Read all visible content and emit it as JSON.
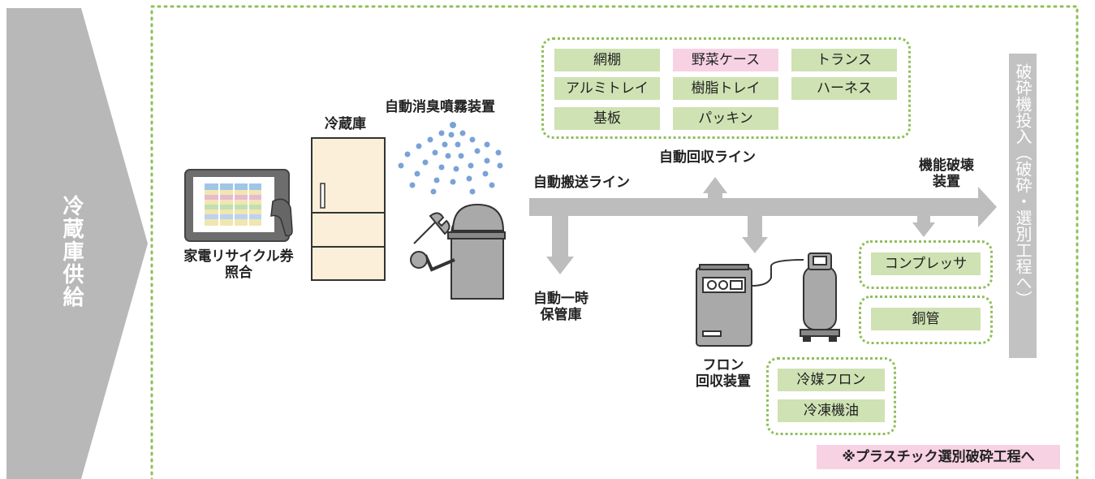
{
  "supply_label": "冷蔵庫供給",
  "process_label": "破砕機投入（破砕・選別工程へ）",
  "ticket_check": {
    "line1": "家電リサイクル券",
    "line2": "照合"
  },
  "fridge_label": "冷蔵庫",
  "deodorizer_label": "自動消臭噴霧装置",
  "conveyor_label": "自動搬送ライン",
  "recovery_line_label": "自動回収ライン",
  "temp_storage": {
    "line1": "自動一時",
    "line2": "保管庫"
  },
  "destruction": {
    "line1": "機能破壊",
    "line2": "装置"
  },
  "freon_recovery": {
    "line1": "フロン",
    "line2": "回収装置"
  },
  "parts_tags": [
    "網棚",
    "野菜ケース",
    "トランス",
    "アルミトレイ",
    "樹脂トレイ",
    "ハーネス",
    "基板",
    "パッキン"
  ],
  "compressor_tags": [
    "コンプレッサ",
    "銅管"
  ],
  "refrigerant_tags": [
    "冷媒フロン",
    "冷凍機油"
  ],
  "plastic_note": "※プラスチック選別破砕工程へ",
  "colors": {
    "green_tag": "#cfe2b3",
    "pink_tag": "#f7d2e3",
    "dotted_border": "#8fbf5a",
    "gray": "#b5b5b5"
  }
}
